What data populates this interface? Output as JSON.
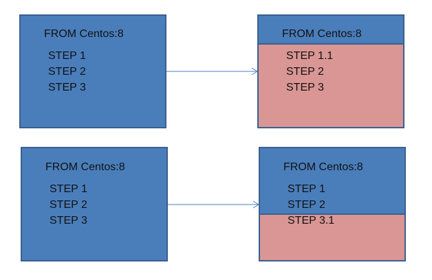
{
  "diagram": {
    "colors": {
      "box_fill": "#4a7ebb",
      "box_border": "#3a5f8f",
      "changed_fill": "#d99694",
      "arrow": "#4a7ebb"
    },
    "rows": [
      {
        "left": {
          "from": "FROM Centos:8",
          "steps": [
            "STEP 1",
            "STEP 2",
            "STEP 3"
          ]
        },
        "right": {
          "from": "FROM Centos:8",
          "steps": [
            "STEP 1.1",
            "STEP 2",
            "STEP 3"
          ],
          "changed_from_step": 1
        }
      },
      {
        "left": {
          "from": "FROM Centos:8",
          "steps": [
            "STEP 1",
            "STEP 2",
            "STEP 3"
          ]
        },
        "right": {
          "from": "FROM Centos:8",
          "steps": [
            "STEP 1",
            "STEP 2",
            "STEP 3.1"
          ],
          "changed_from_step": 3
        }
      }
    ]
  }
}
